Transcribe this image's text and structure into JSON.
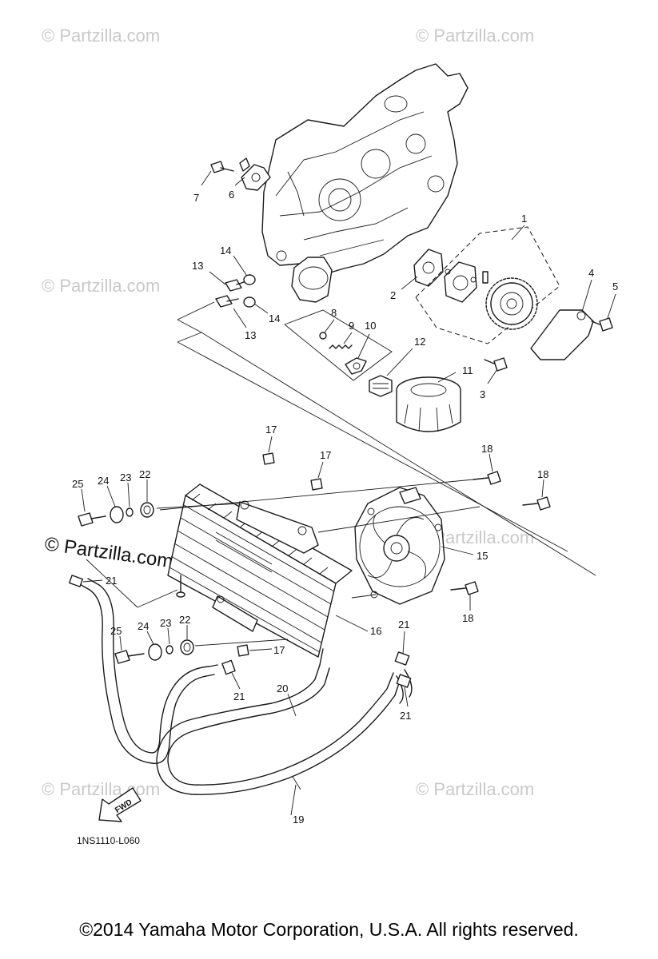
{
  "watermarks": {
    "mark": "© Partzilla.com",
    "main_mark": "© Partzilla.com"
  },
  "diagram_code": "1NS1110-L060",
  "fwd_label": "FWD",
  "copyright": "©2014 Yamaha Motor Corporation, U.S.A. All rights reserved.",
  "callouts": {
    "c1": "1",
    "c2": "2",
    "c3": "3",
    "c4": "4",
    "c5": "5",
    "c6": "6",
    "c7": "7",
    "c8": "8",
    "c9": "9",
    "c10": "10",
    "c11": "11",
    "c12": "12",
    "c13a": "13",
    "c13b": "13",
    "c14a": "14",
    "c14b": "14",
    "c15": "15",
    "c16": "16",
    "c17a": "17",
    "c17b": "17",
    "c17c": "17",
    "c18a": "18",
    "c18b": "18",
    "c18c": "18",
    "c19": "19",
    "c20": "20",
    "c21a": "21",
    "c21b": "21",
    "c21c": "21",
    "c21d": "21",
    "c22a": "22",
    "c22b": "22",
    "c23a": "23",
    "c23b": "23",
    "c24a": "24",
    "c24b": "24",
    "c25a": "25",
    "c25b": "25"
  },
  "colors": {
    "line": "#1a1a1a",
    "watermark": "#c9c9c9",
    "background": "#ffffff"
  }
}
